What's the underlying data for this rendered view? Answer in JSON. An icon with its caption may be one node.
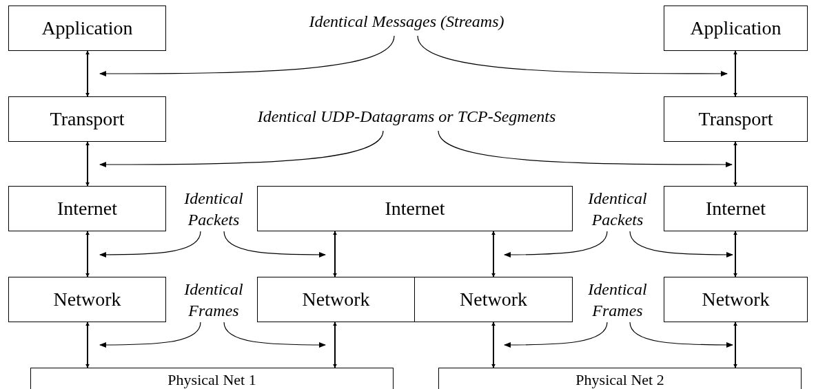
{
  "diagram": {
    "nodes": [
      {
        "text": [
          "Application"
        ]
      },
      {
        "text": [
          "Identical Messages (Streams)"
        ]
      },
      {
        "text": [
          "Application"
        ]
      },
      {
        "text": [
          "Transport"
        ]
      },
      {
        "text": [
          "Identical UDP-Datagrams or TCP-Segments"
        ]
      },
      {
        "text": [
          "Transport"
        ]
      },
      {
        "text": [
          "Internet"
        ]
      },
      {
        "text": [
          "Identical Packets"
        ]
      },
      {
        "text": [
          "Internet"
        ]
      },
      {
        "text": [
          "Identical Packets"
        ]
      },
      {
        "text": [
          "Internet"
        ]
      },
      {
        "text": [
          "Network"
        ]
      },
      {
        "text": [
          "Identical Frames"
        ]
      },
      {
        "text": [
          "Network"
        ]
      },
      {
        "text": [
          "Network"
        ]
      },
      {
        "text": [
          "Identical Frames"
        ]
      },
      {
        "text": [
          "Network"
        ]
      },
      {
        "text": [
          "Physical Net 1"
        ]
      },
      {
        "text": [
          "Physical Net 2"
        ]
      }
    ],
    "edges": [
      {
        "from": 0,
        "to": 3,
        "arrow": "both"
      },
      {
        "from": 3,
        "to": 6,
        "arrow": "both"
      },
      {
        "from": 6,
        "to": 11,
        "arrow": "both"
      },
      {
        "from": 11,
        "to": 17,
        "arrow": "both"
      },
      {
        "from": 2,
        "to": 5,
        "arrow": "both"
      },
      {
        "from": 5,
        "to": 10,
        "arrow": "both"
      },
      {
        "from": 10,
        "to": 16,
        "arrow": "both"
      },
      {
        "from": 16,
        "to": 18,
        "arrow": "both"
      },
      {
        "from": 8,
        "to": 13,
        "arrow": "both"
      },
      {
        "from": 13,
        "to": 17,
        "arrow": "both"
      },
      {
        "from": 8,
        "to": 14,
        "arrow": "both"
      },
      {
        "from": 14,
        "to": 18,
        "arrow": "both"
      },
      {
        "from": 1,
        "to": null,
        "arrow": "to"
      },
      {
        "from": 1,
        "to": null,
        "arrow": "to"
      },
      {
        "from": 4,
        "to": null,
        "arrow": "to"
      },
      {
        "from": 4,
        "to": null,
        "arrow": "to"
      },
      {
        "from": 7,
        "to": null,
        "arrow": "to"
      },
      {
        "from": 7,
        "to": null,
        "arrow": "to"
      },
      {
        "from": 9,
        "to": null,
        "arrow": "to"
      },
      {
        "from": 9,
        "to": null,
        "arrow": "to"
      },
      {
        "from": 12,
        "to": null,
        "arrow": "to"
      },
      {
        "from": 12,
        "to": null,
        "arrow": "to"
      },
      {
        "from": 15,
        "to": null,
        "arrow": "to"
      },
      {
        "from": 15,
        "to": null,
        "arrow": "to"
      }
    ]
  }
}
